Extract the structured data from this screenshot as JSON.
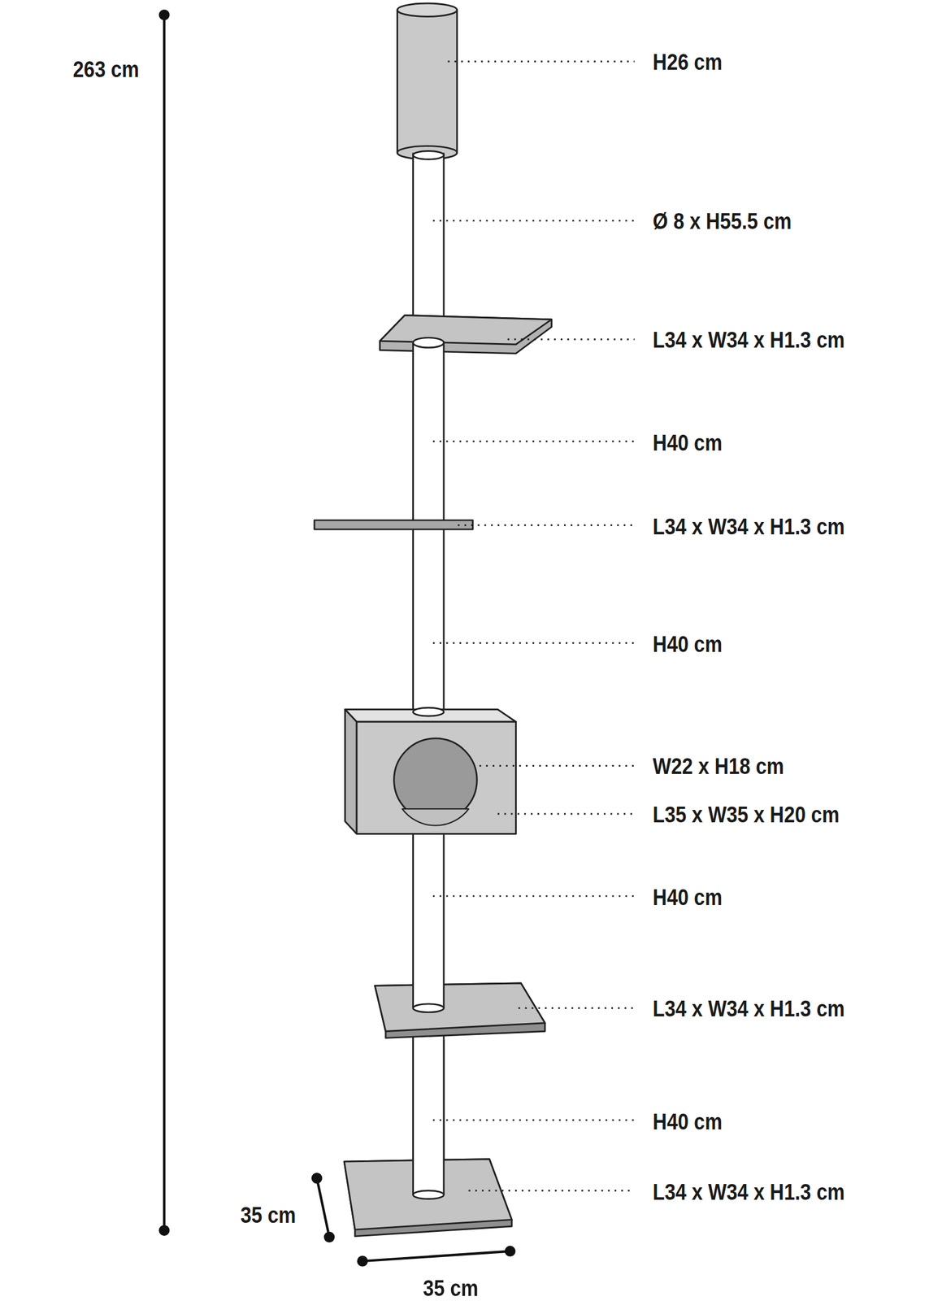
{
  "diagram": {
    "labels": [
      "263 cm",
      "H26 cm",
      "Ø 8 x H55.5 cm",
      "L34 x W34 x H1.3 cm",
      "H40 cm",
      "L34 x W34 x H1.3 cm",
      "H40 cm",
      "W22 x H18 cm",
      "L35 x W35 x H20 cm",
      "H40 cm",
      "L34 x W34 x H1.3 cm",
      "H40 cm",
      "L34 x W34 x H1.3 cm",
      "35 cm",
      "35 cm"
    ]
  }
}
